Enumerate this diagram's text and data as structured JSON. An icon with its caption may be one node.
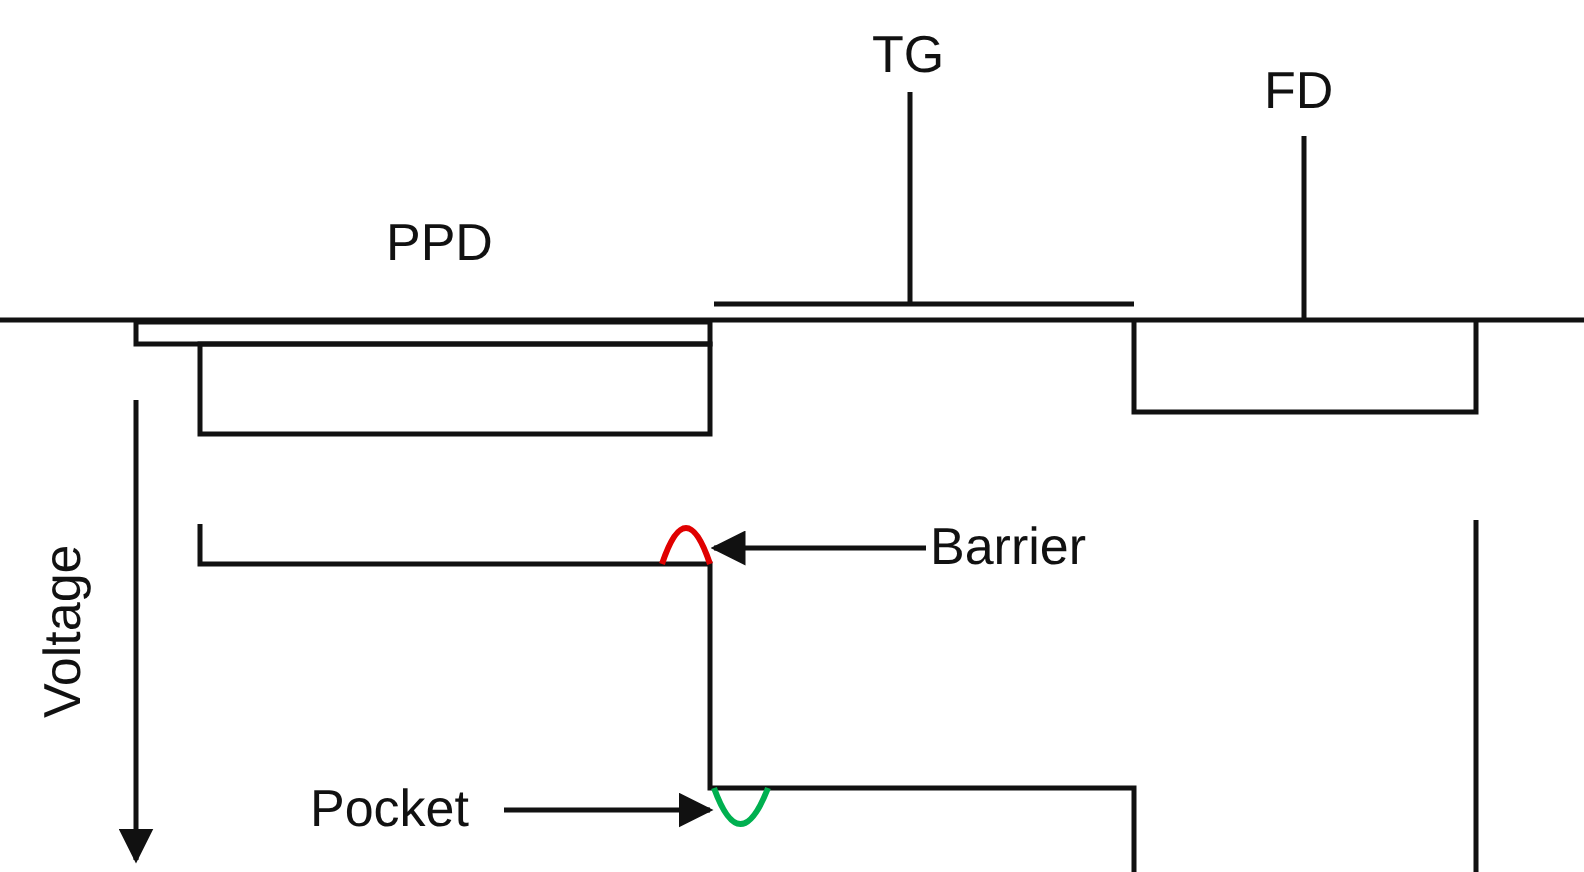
{
  "diagram": {
    "nodes": [
      {
        "text": [
          "Barrier"
        ]
      },
      {
        "text": [],
        "shape": "arc"
      },
      {
        "text": [
          "Pocket"
        ]
      },
      {
        "text": [],
        "shape": "arc"
      }
    ],
    "edges": [
      {
        "from": 0,
        "to": 1,
        "arrow": "to"
      },
      {
        "from": 2,
        "to": 3,
        "arrow": "to"
      }
    ],
    "labels": [
      "TG",
      "FD",
      "PPD",
      "Voltage"
    ]
  }
}
